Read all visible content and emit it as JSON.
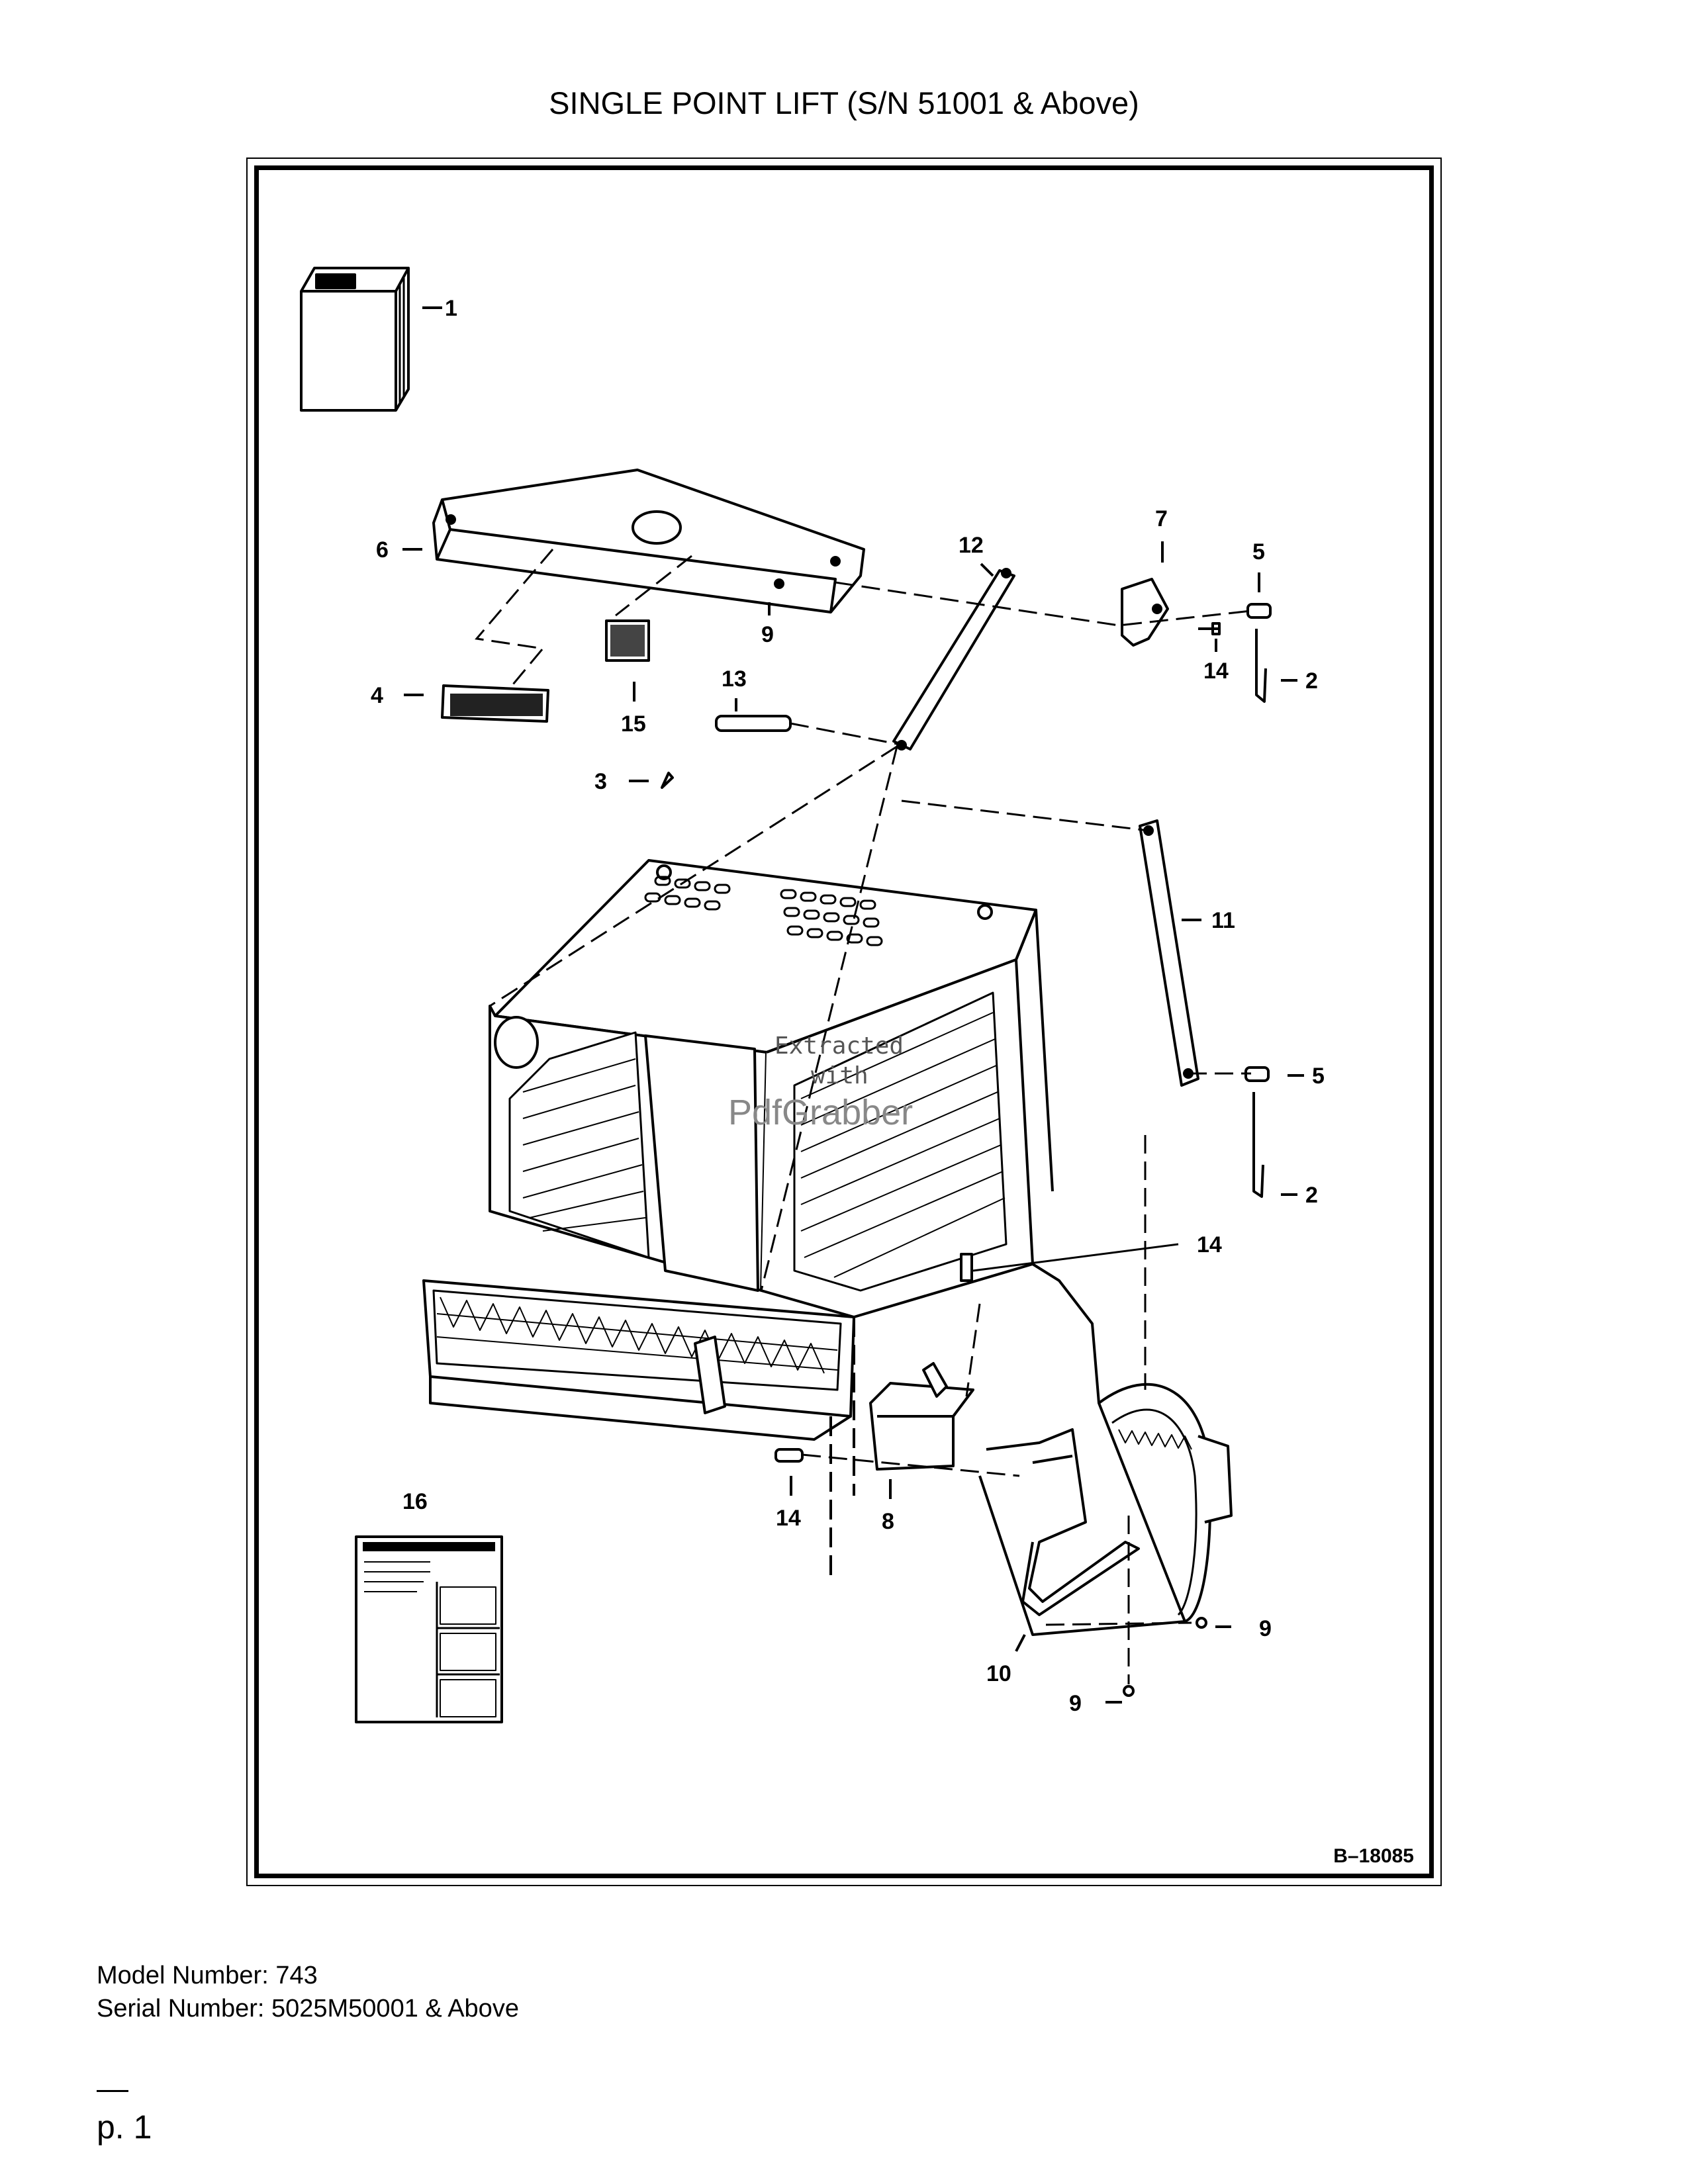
{
  "header": {
    "title": "SINGLE POINT LIFT (S/N 51001 & Above)"
  },
  "figure": {
    "id": "B–18085",
    "callouts": [
      "1",
      "6",
      "9",
      "4",
      "15",
      "13",
      "3",
      "12",
      "7",
      "5",
      "14",
      "2",
      "11",
      "5",
      "2",
      "14",
      "16",
      "14",
      "8",
      "9",
      "10",
      "9"
    ],
    "watermark": {
      "line1": "Extracted",
      "line2": "with",
      "line3": "PdfGrabber"
    }
  },
  "footer": {
    "model": "Model Number: 743",
    "serial": "Serial Number: 5025M50001 & Above",
    "page": "p. 1"
  }
}
